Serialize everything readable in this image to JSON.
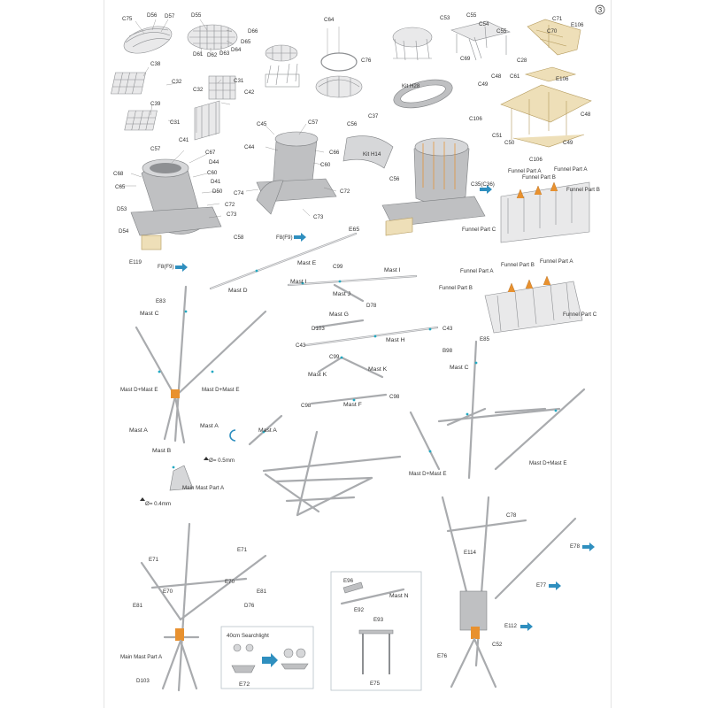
{
  "page": {
    "number": "3"
  },
  "colors": {
    "accent_arrow": "#2f8fbf",
    "glue_dot": "#22a9c2",
    "orange_part": "#e8912f",
    "resin_gray": "#bfc0c2",
    "brass": "#eedfb8"
  },
  "labels": {
    "c75": "C75",
    "d56": "D56",
    "d57": "D57",
    "d55": "D55",
    "d66": "D66",
    "d65": "D65",
    "d64": "D64",
    "d63": "D63",
    "d62": "D62",
    "d61": "D61",
    "c64": "C64",
    "c76": "C76",
    "c53": "C53",
    "c55a": "C55",
    "c54": "C54",
    "c55b": "C55",
    "c69": "C69",
    "c71": "C71",
    "c70": "C70",
    "e106a": "E106",
    "c28": "C28",
    "c38": "C38",
    "c32a": "C32",
    "c32b": "C32",
    "c31a": "C31",
    "c39": "C39",
    "c31b": "C31",
    "c42": "C42",
    "c41": "C41",
    "kit_h28": "Kit H28",
    "c37": "C37",
    "c49a": "C49",
    "c48a": "C48",
    "c61": "C61",
    "e106b": "E106",
    "c106a": "C106",
    "c48b": "C48",
    "c51": "C51",
    "c50": "C50",
    "c49b": "C49",
    "c106b": "C106",
    "c57a": "C57",
    "c67": "C67",
    "d44": "D44",
    "c68": "C68",
    "c60a": "C60",
    "d41": "D41",
    "c65": "C65",
    "d50": "D50",
    "c72a": "C72",
    "d53": "D53",
    "c73a": "C73",
    "d54": "D54",
    "e119": "E119",
    "f8a": "F8(F9)",
    "c45": "C45",
    "c57b": "C57",
    "c44": "C44",
    "c66": "C66",
    "c60b": "C60",
    "c74": "C74",
    "c72b": "C72",
    "c73b": "C73",
    "c58": "C58",
    "f8b": "F8(F9)",
    "c56a": "C56",
    "kit_h14": "Kit H14",
    "c56b": "C56",
    "c35": "C35(C36)",
    "funnel_a1": "Funnel Part A",
    "funnel_b1": "Funnel Part B",
    "funnel_a2": "Funnel Part A",
    "funnel_b2": "Funnel Part B",
    "funnel_c1": "Funnel Part C",
    "funnel_a3": "Funnel Part A",
    "funnel_b3": "Funnel Part B",
    "funnel_a4": "Funnel Part A",
    "funnel_b4": "Funnel Part B",
    "funnel_c2": "Funnel Part C",
    "e65": "E65",
    "mast_e": "Mast E",
    "mast_d": "Mast D",
    "c99a": "C99",
    "mast_i1": "Mast I",
    "mast_i2": "Mast I",
    "mast_j": "Mast J",
    "d78": "D78",
    "mast_g": "Mast G",
    "d103a": "D103",
    "c43a": "C43",
    "c43b": "C43",
    "mast_h": "Mast H",
    "c99b": "C99",
    "mast_k1": "Mast K",
    "mast_k2": "Mast K",
    "c98a": "C98",
    "c98b": "C98",
    "mast_f": "Mast F",
    "e83": "E83",
    "mast_c1": "Mast C",
    "mast_de1": "Mast D+Mast E",
    "mast_de2": "Mast D+Mast E",
    "mast_a1": "Mast A",
    "mast_a2": "Mast A",
    "mast_b": "Mast B",
    "mast_a3": "Mast A",
    "phi05": "Ø= 0.5mm",
    "main_mast_a": "Main Mast Part A",
    "phi04": "Ø= 0.4mm",
    "e85": "E85",
    "b98": "B98",
    "mast_c2": "Mast C",
    "mast_de3": "Mast D+Mast E",
    "mast_de4": "Mast D+Mast E",
    "e71a": "E71",
    "e71b": "E71",
    "e70a": "E70",
    "e70b": "E70",
    "e81a": "E81",
    "e81b": "E81",
    "d76": "D76",
    "main_mast_a2": "Main Mast Part A",
    "d103b": "D103",
    "searchlight": "40cm Searchlight",
    "e72": "E72",
    "e96": "E96",
    "e92": "E92",
    "mast_n": "Mast N",
    "e93": "E93",
    "e75": "E75",
    "c78": "C78",
    "e78": "E78",
    "e114": "E114",
    "e77": "E77",
    "e112": "E112",
    "c52": "C52",
    "e76": "E76"
  }
}
